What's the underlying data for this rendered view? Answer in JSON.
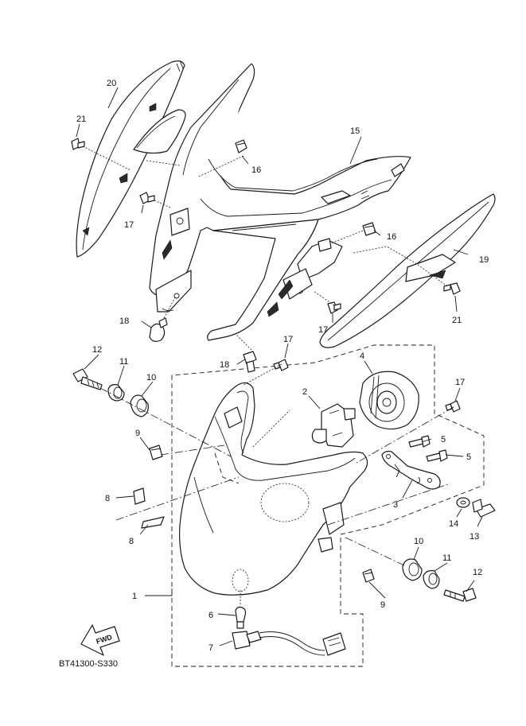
{
  "diagram_code": "BT41300-S330",
  "fwd_label": "FWD",
  "callouts": {
    "c1": "1",
    "c2": "2",
    "c3": "3",
    "c4": "4",
    "c5a": "5",
    "c5b": "5",
    "c6": "6",
    "c7": "7",
    "c8a": "8",
    "c8b": "8",
    "c9a": "9",
    "c9b": "9",
    "c10a": "10",
    "c10b": "10",
    "c11a": "11",
    "c11b": "11",
    "c12a": "12",
    "c12b": "12",
    "c13": "13",
    "c14": "14",
    "c15": "15",
    "c16a": "16",
    "c16b": "16",
    "c17a": "17",
    "c17b": "17",
    "c17c": "17",
    "c17d": "17",
    "c18a": "18",
    "c18b": "18",
    "c19": "19",
    "c20": "20",
    "c21a": "21",
    "c21b": "21"
  }
}
